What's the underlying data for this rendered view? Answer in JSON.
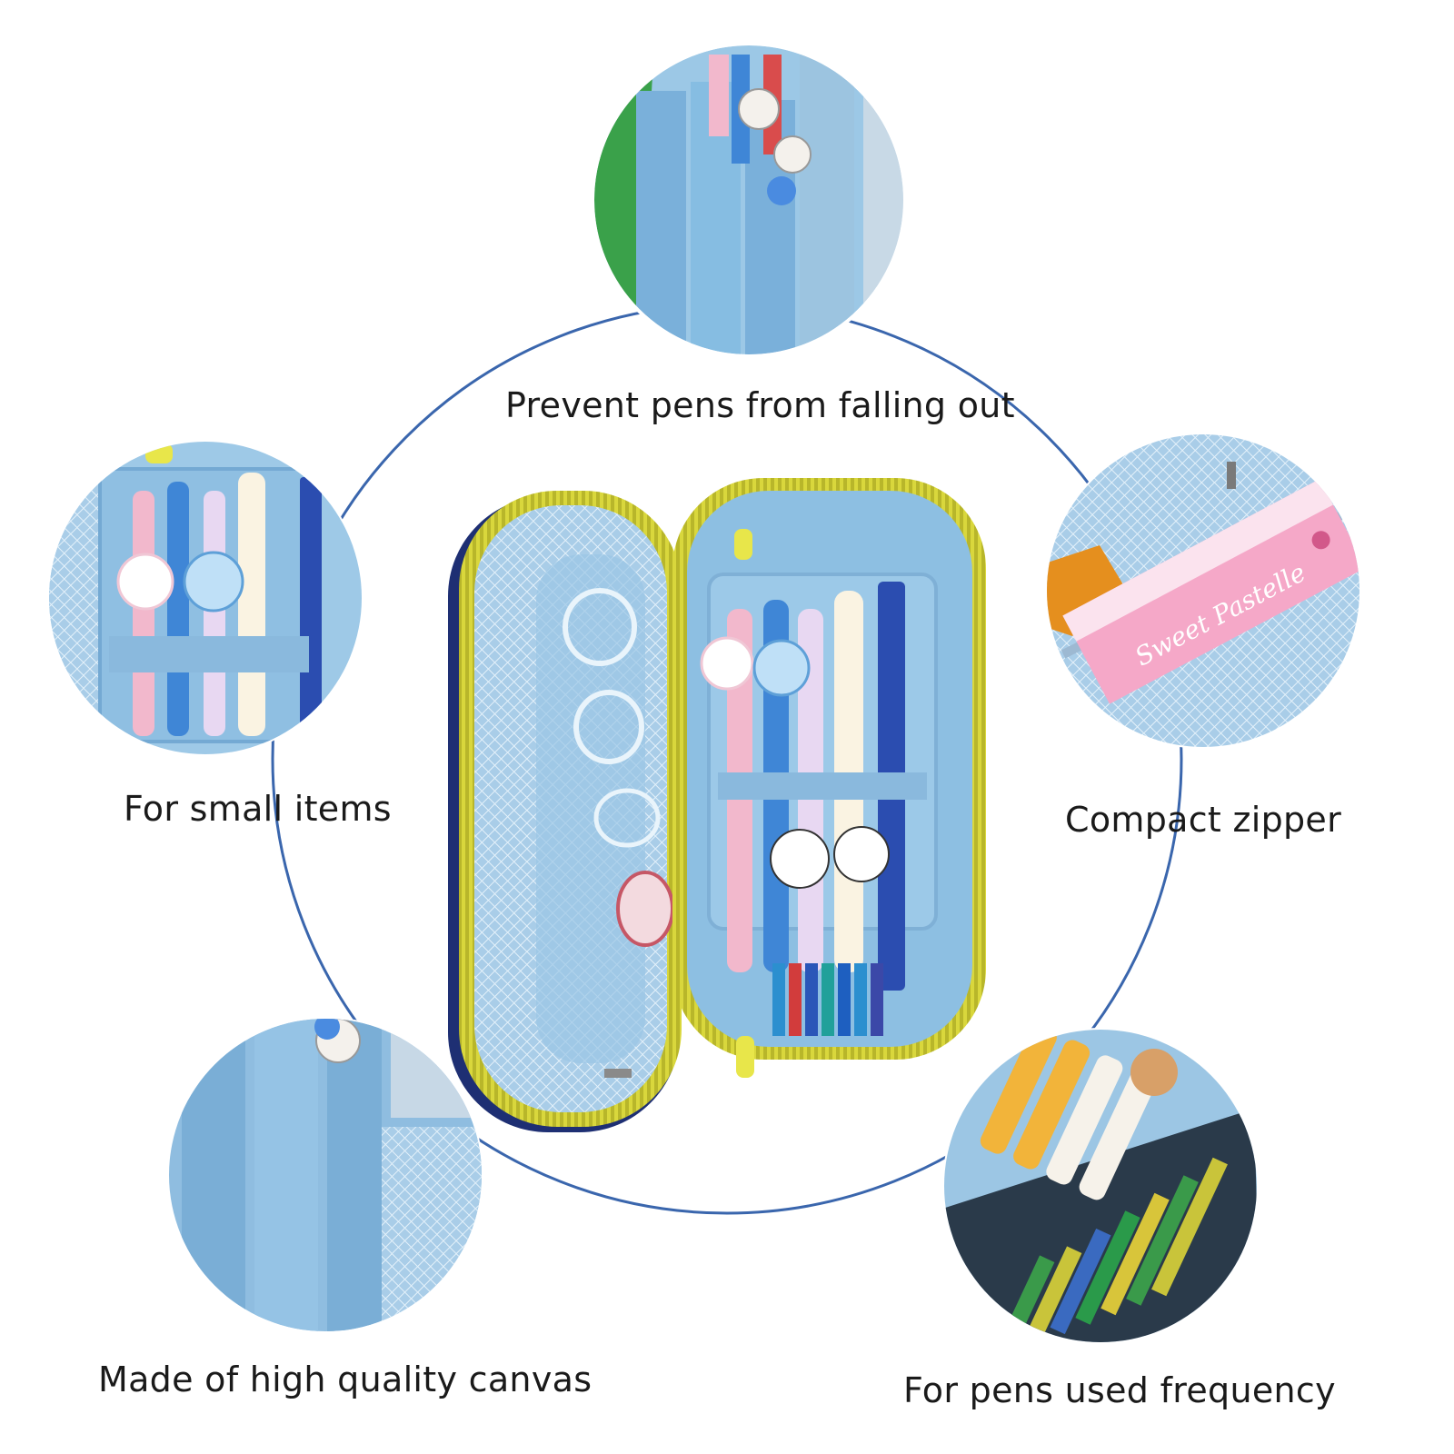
{
  "captions": {
    "top": "Prevent pens from falling out",
    "left": "For small items",
    "right": "Compact zipper",
    "bottom_left": "Made of high quality canvas",
    "bottom_right": "For pens used frequency"
  },
  "ruler_brand": "Sweet Pastelle",
  "colors": {
    "ring": "#3a66ad",
    "lining": "#8fc0e3",
    "zipper": "#d8d63a",
    "shell": "#1e2f73"
  }
}
